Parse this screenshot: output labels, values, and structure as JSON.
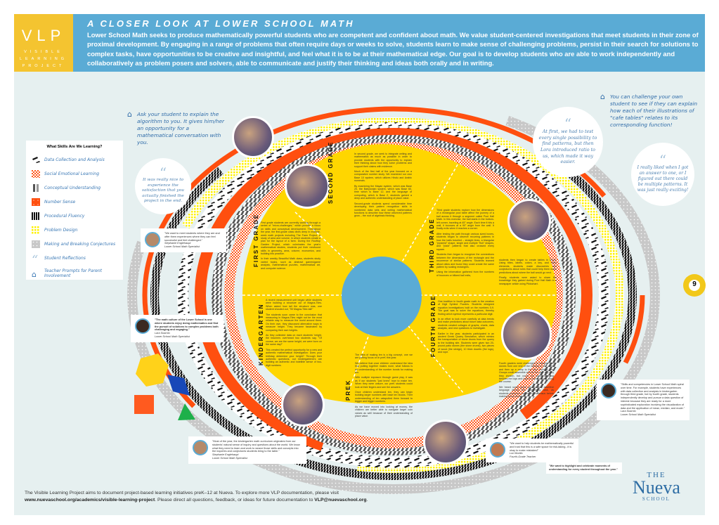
{
  "header": {
    "logo_big": "VLP",
    "logo_lines": [
      "VISIBLE",
      "LEARNING",
      "PROJECT"
    ],
    "title": "A CLOSER LOOK AT LOWER SCHOOL MATH",
    "intro": "Lower School Math seeks to produce mathematically powerful students who are competent and confident about math. We value student-centered investigations that meet students in their zone of proximal development. By engaging in a range of problems that often require days or weeks to solve, students learn to make sense of challenging problems, persist in their search for solutions to complex tasks, have opportunities to be creative and insightful, and feel what it is to be at their mathematical edge. Our goal is to develop students who are able to work independently and collaboratively as problem posers and solvers, able to communicate and justify their thinking and ideas both orally and in writing."
  },
  "legend": {
    "title": "What Skills Are We Learning?",
    "items": [
      "Data Collection and Analysis",
      "Social Emotional Learning",
      "Conceptual Understanding",
      "Number Sense",
      "Procedural Fluency",
      "Problem Design",
      "Making and Breaking Conjectures",
      "Student Reflections",
      "Teacher Prompts for Parent Involvement"
    ]
  },
  "prompts": {
    "left": "Ask your student to explain the algorithm to you. It gives him/her an opportunity for a mathematical conversation with you.",
    "right": "You can challenge your own student to see if they can explain how each of their illustrations of \"cafe tables\" relates to its corresponding function!"
  },
  "reflections": {
    "left": "It was really nice to experience the satisfaction that you actually finished the project in the end.",
    "right1": "At first, we had to test every single possibility to find patterns, but then Lora introduced ratio to us, which made it way easier.",
    "right2": "I really liked when I got an answer to one, or I figured out there could be multiple patterns. It was just really exciting!"
  },
  "grades": {
    "second": {
      "label": "SECOND GRADE",
      "paras": [
        "In second grade, we seek to integrate writing and mathematics as much as possible in order to provide students with the opportunity to explain their thinking about how they solve problems and support their claims with evidence.",
        "Much of the first half of the year focused on a comparative number study. We examined our own Base 10 system, which utilizes Hindu and Arabic numerals.",
        "By examining the Mayan system, which was Base 20, the Babylonian system, which was Base 60, time which is Base 12, and the language of computing, which is Base 2, students gained a deep and authentic understanding of place value.",
        "Second-grade students spend considerable time developing their pattern recognition skills in numbered data sets and writing mathematical functions to describe how these observed patterns grow – the root of algebraic thinking."
      ]
    },
    "first": {
      "label": "FIRST GRADE",
      "paras": [
        "First grade students are currently working through a series of \"micro-challenges,\" which provide a focus on skills and conceptual development. Throughout the year, the first-grade class dives deep in multiple-week math projects including The Farm Project, a study of area and volume, in which students create a plan for the layout of a farm. During the Rooftop Garden Project, which culminates the year's mathematical studies, students put their newfound skills in geometry, area, volume, economics, and building into practice.",
        "In their weekly Beautiful Math class, students study varied topics, such as abstract games/game analysis, mathematical puzzles, mathematical art, and computer science."
      ]
    },
    "third": {
      "label": "THIRD GRADE",
      "paras": [
        "Third grade students explore how the dimensions of a rectangular pool table affect the journey of a ball across it through a segment called Pool Hall Math. In this exercise, the ball starts in the bottom-left corner, traveling at 45° angle. Each time it hits a wall, it bounces at a 90° angle from the wall. It finally exits when it reaches a corner.",
        "After testing the path through various sized boxes, students began to observe recurring patterns in how the balls traveled – straight lines, a triangular \"pyramid\" shape, single and multiple \"fish\" shapes, and \"plaid\" patterns that also crossed every square.",
        "Students then began to recognize the connections between the dimensions of the rectangle and the recurrence of similar patterns. Students learned about ratios and found they could create the same pattern by scaling rectangles.",
        "Using the information gathered from the numbers of bounces or blitzed ball exits,"
      ],
      "paras2": [
        "students then began to create tables in Excel. Using titles, labels, colors, a key, and other elements, students made discoveries and conjectures about rules that could help them make predictions about where the ball would go next.",
        "Finally, students were asked to share the knowledge they gained during Pool Hall Math in a newspaper article using Piktochart."
      ]
    },
    "fourth": {
      "label": "FOURTH GRADE",
      "paras": [
        "One tradition in fourth grade math is the creation of Digit Symbol Puzzles. Students designed equation investigations built on the numbers 0-9. The goal was to solve the equations, thereby finding which symbol represents a particular digit.",
        "In an effort to look more carefully at data trends and make predictions about future data outcomes, students created collages of graphs, charts, data analysis, and new questions to investigate.",
        "Earlier in the year, students participated in an ancient Greek Quarry Simulation, which mimics the transportation of stone drums from the quarry to the building site. Students were given two 20-pound patio stones (the stone drums), two pieces of wood (the sledge), 10 thick dowels (the logs), and rope."
      ],
      "paras2": [
        "Fourth graders were challenged to transport the stones from one end of the hallway to the other, and then up a ramp to the faux building site. Groups could assemble and tie the rope any way they chosen, but could not touch anything besides the logs and rope to pull the stone along the course.",
        "We heard some great put-ups and assertive language during this challenging task, as students practiced coming to consensus before making group decisions."
      ]
    },
    "kindergarten": {
      "label": "KINDERGARTEN",
      "paras": [
        "A recent measurement unit began while students were building a structure out of Magna-Tiles. When asked how tall the structure was, one student shouted out, \"90 Magna-Tiles tall!\"",
        "The students soon came to the conclusion that measuring in Magna-Tiles might not be the most reliable way to measure the world around them. On their own, they discussed alternative ways to measure height. They became fascinated by comparing their own heights.",
        "As they collected data on each students' height, the teachers overheard two students say, \"Of course, we are the same height, we were born on the same day!\"",
        "This created the perfect opportunity for a new and authentic mathematical investigation: Does your birthday determine your height? Through their authentic questions, our kindergarteners are building an authentic and indelible sense of two-digit numbers."
      ]
    },
    "prek": {
      "label": "PREK",
      "paras": [
        "The idea of making ten is a big concept, one we are putting focus on in preK this year.",
        "We believe that once children understand the idea that putting together makes more, what follows is an understanding of the number bonds for making ten.",
        "With multiple exposure through game play, it was as if our students \"just knew\" how to make ten. When they were unsure, our preK students could look at their fingers and see the answers.",
        "Once children understand ten, they can begin building larger numbers with base ten blocks. Their understanding of ten catapulted them forward to bigger and bigger numbers.",
        "As we have moved into looking at money, the children are better able to navigate larger coin values as well because of their understanding of place value."
      ]
    }
  },
  "quotes": [
    {
      "text": "\"We want to meet students where they are and offer them experiences where they can feel successful and feel challenged.\"",
      "name": "Stephanie Englehaupt",
      "role": "Lower School Math Specialist"
    },
    {
      "text": "\"The math culture of the Lower School is one where students enjoy doing mathematics and find the pursuit of solutions to complex problems both challenging and engaging.\"",
      "name": "Lara Soarnio",
      "role": "Lower School Math Specialist"
    },
    {
      "text": "\"Most of the year, the kindergarten math curriculum originates from our students' natural sense of inquiry and questions about the world. We know what they need to learn and work to weave those skills and concepts into the inquiries and conjectures students bring to the table.\"",
      "name": "Stephanie Englehaupt",
      "role": "Lower School Math Specialist"
    },
    {
      "text": "\"Skills and competencies in Lower School Math spiral over time. For example, students have experiences with data collection and analysis in kindergarten through third grade, but by fourth grade, students independently develop and pursue a data question of interest because they are ready for a more sophisticated exploration involving the visualization of data and the application of mean, median, and mode.\"",
      "name": "Lara Soarnio",
      "role": "Lower School Math Specialist"
    },
    {
      "text": "\"We want to help students be mathematically powerful and trust that this is a safe space for risk-taking...it is okay to make mistakes!\"",
      "name": "Lori Murillo",
      "role": "Fourth-Grade Teacher"
    },
    {
      "text": "\"We want to highlight and celebrate moments of understanding for every student throughout the year.\""
    }
  ],
  "ball_number": "9",
  "footer": {
    "line1": "The Visible Learning Project aims to document project-based learning initiatives preK–12 at Nueva. To explore more VLP documentation, please visit",
    "url": "www.nuevaschool.org/academics/visible-learning-project",
    "mid": ". Please direct all questions, feedback, or ideas for future documentation to ",
    "email": "VLP@nuevaschool.org",
    "end": "."
  },
  "logo": {
    "the": "THE",
    "name": "Nueva",
    "school": "SCHOOL"
  },
  "colors": {
    "blue": "#5aabd5",
    "yellow": "#ffd600",
    "orange": "#ff4f0f",
    "panel": "#e6f0f0"
  }
}
